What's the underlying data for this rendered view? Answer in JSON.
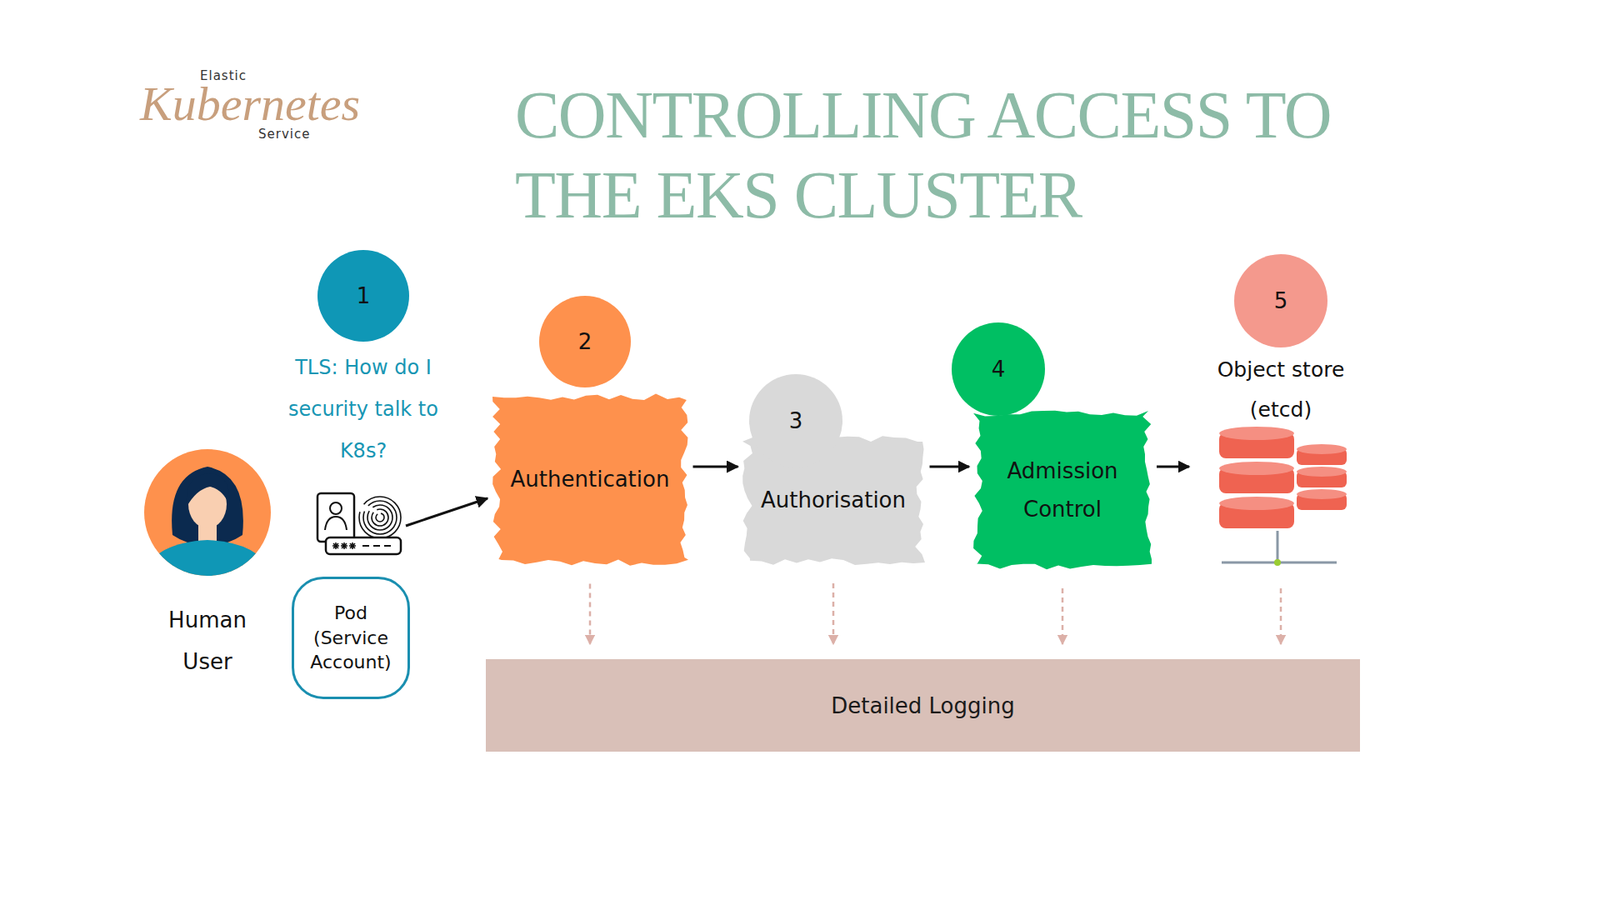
{
  "diagram": {
    "title": "CONTROLLING ACCESS TO THE EKS CLUSTER",
    "nodes": [
      {
        "text": [
          "1"
        ]
      },
      {
        "text": [
          "Human User"
        ]
      },
      {
        "text": [
          "Pod (Service Account)"
        ]
      },
      {
        "text": [
          "2"
        ]
      },
      {
        "text": [
          "Authentication"
        ]
      },
      {
        "text": [
          "3"
        ]
      },
      {
        "text": [
          "Authorisation"
        ]
      },
      {
        "text": [
          "4"
        ]
      },
      {
        "text": [
          "Admission Control"
        ]
      },
      {
        "text": [
          "5"
        ]
      },
      {
        "text": [
          "Object store (etcd)"
        ]
      },
      {
        "text": [
          "Detailed Logging"
        ]
      }
    ],
    "edges": [
      {
        "from": 4,
        "to": 6,
        "arrow": "to"
      },
      {
        "from": 6,
        "to": 8,
        "arrow": "to"
      },
      {
        "from": 8,
        "to": 10,
        "arrow": "to"
      },
      {
        "from": 4,
        "to": 11,
        "arrow": "to"
      },
      {
        "from": 6,
        "to": 11,
        "arrow": "to"
      },
      {
        "from": 8,
        "to": 11,
        "arrow": "to"
      },
      {
        "from": 10,
        "to": 11,
        "arrow": "to"
      }
    ],
    "labels": [
      "Elastic",
      "Kubernetes",
      "Service",
      "TLS: How do I security talk to K8s?"
    ]
  }
}
